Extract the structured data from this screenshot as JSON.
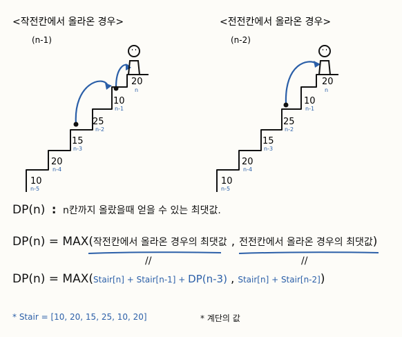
{
  "left_diagram": {
    "title": "<작전칸에서 올라온 경우>",
    "subtitle": "(n-1)",
    "steps": [
      {
        "value": "10",
        "index": "n-5"
      },
      {
        "value": "20",
        "index": "n-4"
      },
      {
        "value": "15",
        "index": "n-3"
      },
      {
        "value": "25",
        "index": "n-2"
      },
      {
        "value": "10",
        "index": "n-1"
      },
      {
        "value": "20",
        "index": "n"
      }
    ]
  },
  "right_diagram": {
    "title": "<전전칸에서 올라온 경우>",
    "subtitle": "(n-2)",
    "steps": [
      {
        "value": "10",
        "index": "n-5"
      },
      {
        "value": "20",
        "index": "n-4"
      },
      {
        "value": "15",
        "index": "n-3"
      },
      {
        "value": "25",
        "index": "n-2"
      },
      {
        "value": "10",
        "index": "n-1"
      },
      {
        "value": "20",
        "index": "n"
      }
    ]
  },
  "formulas": {
    "line1_lhs": "DP(n)",
    "line1_colon": ":",
    "line1_rhs": "n칸까지 올랐을때 얻을 수 있는 최댓값.",
    "line2_lhs": "DP(n) = MAX(",
    "line2_arg1": "작전칸에서 올라온 경우의 최댓값",
    "line2_comma": ",",
    "line2_arg2": "전전칸에서 올라온 경우의 최댓값",
    "line2_close": ")",
    "equals_mark_1": "//",
    "equals_mark_2": "//",
    "line3_lhs": "DP(n) = MAX(",
    "line3_arg1_a": "Stair[n] + Stair[n-1] + ",
    "line3_arg1_b": "DP(n-3)",
    "line3_comma": ",",
    "line3_arg2": "Stair[n] + Stair[n-2]",
    "line3_close": ")"
  },
  "footnote": {
    "label": "* Stair = [10, 20, 15, 25, 10, 20]",
    "note": "* 계단의 값"
  },
  "colors": {
    "ink": "#111111",
    "blue": "#2b5fa8"
  }
}
